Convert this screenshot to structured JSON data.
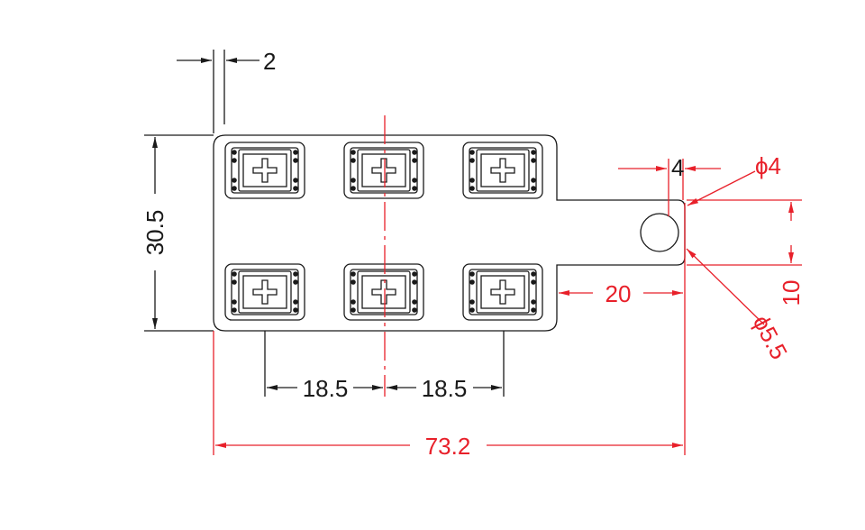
{
  "colors": {
    "outline": "#1a1a1a",
    "dimension": "#e8202a",
    "background": "#ffffff"
  },
  "dimensions": {
    "pitch_left": "18.5",
    "pitch_right": "18.5",
    "overall_length": "73.2",
    "tab_offset": "20",
    "height": "30.5",
    "slot_width": "10",
    "edge_gap": "2",
    "hole_small_width": "4",
    "hole_dia_small": "ϕ4",
    "hole_dia_large": "ϕ5.5"
  },
  "led_modules": {
    "rows": 2,
    "columns": 3
  }
}
